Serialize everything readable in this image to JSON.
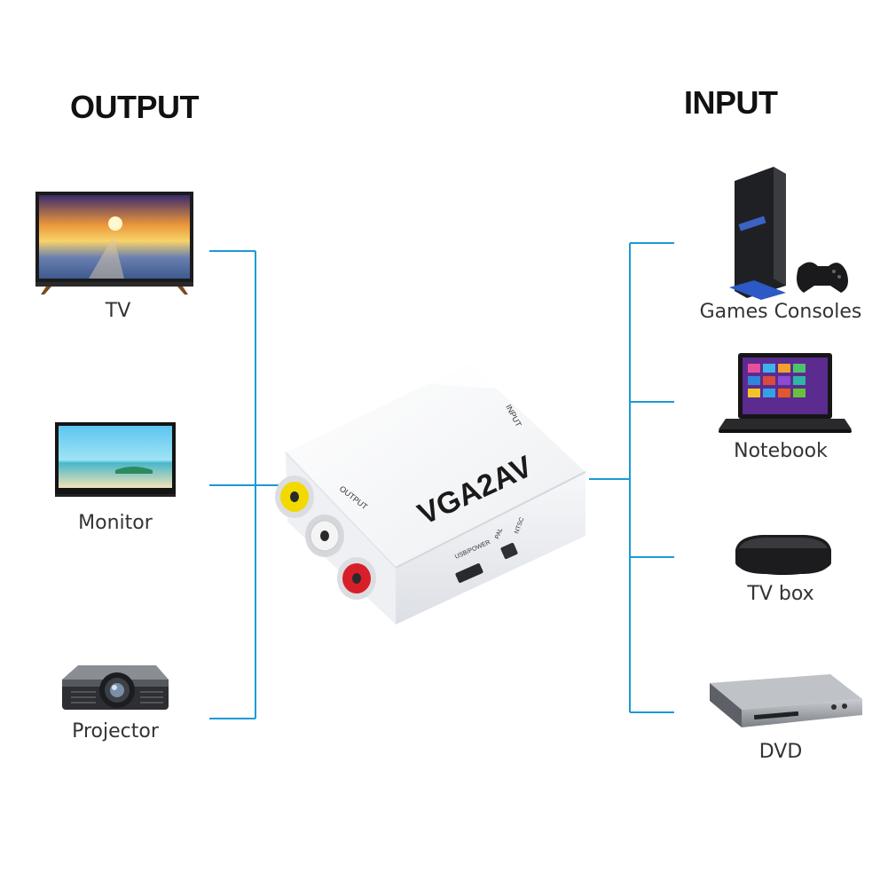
{
  "headings": {
    "output": "OUTPUT",
    "input": "INPUT"
  },
  "output_devices": [
    {
      "label": "TV",
      "icon": "tv-icon"
    },
    {
      "label": "Monitor",
      "icon": "monitor-icon"
    },
    {
      "label": "Projector",
      "icon": "projector-icon"
    }
  ],
  "input_devices": [
    {
      "label": "Games Consoles",
      "icon": "game-console-icon"
    },
    {
      "label": "Notebook",
      "icon": "notebook-icon"
    },
    {
      "label": "TV box",
      "icon": "tv-box-icon"
    },
    {
      "label": "DVD",
      "icon": "dvd-player-icon"
    }
  ],
  "converter": {
    "name": "VGA2AV",
    "port_output": "OUTPUT",
    "port_input": "INPUT",
    "port_usb": "USB/POWER",
    "switch_pal": "PAL",
    "switch_ntsc": "NTSC"
  },
  "colors": {
    "connector_line": "#1a9ad6",
    "rca_yellow": "#f2d900",
    "rca_white": "#f4f4f4",
    "rca_red": "#d81e28"
  }
}
